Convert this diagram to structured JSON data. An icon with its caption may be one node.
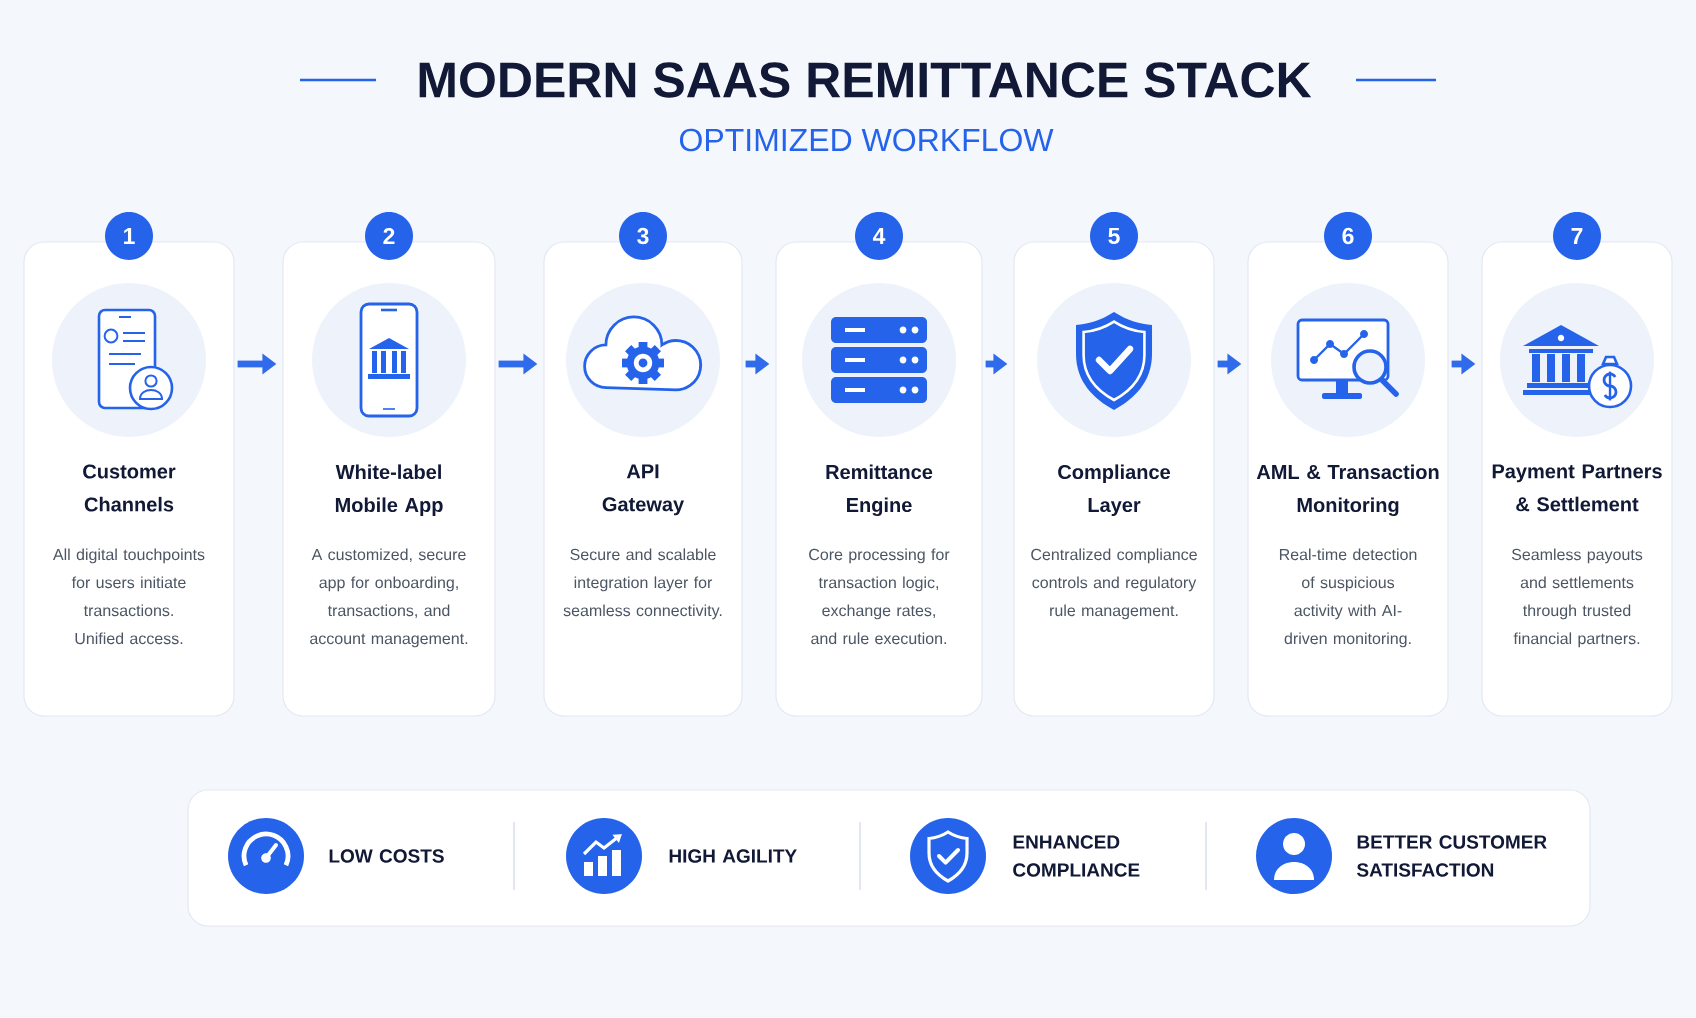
{
  "diagram": {
    "title": "MODERN SAAS REMITTANCE STACK",
    "nodes": [
      {
        "text": [
          "Customer Channels",
          "All digital touchpoints for users initiate transactions. Unified access."
        ],
        "beside": [
          "1"
        ]
      },
      {
        "text": [
          "White-label Mobile App",
          "A customized, secure app for onboarding, transactions, and account management."
        ],
        "beside": [
          "2"
        ]
      },
      {
        "text": [
          "API Gateway",
          "Secure and scalable integration layer for seamless connectivity."
        ],
        "beside": [
          "3"
        ]
      },
      {
        "text": [
          "Remittance Engine",
          "Core processing for transaction logic, exchange rates, and rule execution."
        ],
        "beside": [
          "4"
        ]
      },
      {
        "text": [
          "Compliance Layer",
          "Centralized compliance controls and regulatory rule management."
        ],
        "beside": [
          "5"
        ]
      },
      {
        "text": [
          "AML & Transaction Monitoring",
          "Real-time detection of suspicious activity with AI-driven monitoring."
        ],
        "beside": [
          "6"
        ]
      },
      {
        "text": [
          "Payment Partners & Settlement",
          "Seamless payouts and settlements through trusted financial partners."
        ],
        "beside": [
          "7"
        ]
      }
    ],
    "edges": [
      {
        "from": 0,
        "to": 1,
        "arrow": "to"
      },
      {
        "from": 1,
        "to": 2,
        "arrow": "to"
      },
      {
        "from": 2,
        "to": 3,
        "arrow": "to"
      },
      {
        "from": 3,
        "to": 4,
        "arrow": "to"
      },
      {
        "from": 4,
        "to": 5,
        "arrow": "to"
      },
      {
        "from": 5,
        "to": 6,
        "arrow": "to"
      }
    ],
    "labels": [
      "OPTIMIZED WORKFLOW",
      "LOW COSTS",
      "HIGH AGILITY",
      "ENHANCED COMPLIANCE",
      "BETTER CUSTOMER SATISFACTION"
    ]
  }
}
